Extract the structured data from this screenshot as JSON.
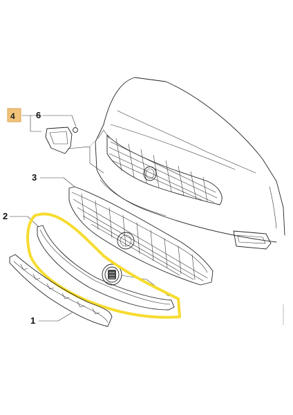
{
  "callouts": [
    {
      "id": "4",
      "text": "4",
      "highlighted": true
    },
    {
      "id": "6",
      "text": "6"
    },
    {
      "id": "3",
      "text": "3"
    },
    {
      "id": "2",
      "text": "2"
    },
    {
      "id": "1",
      "text": "1"
    }
  ],
  "colors": {
    "highlight": "#f6dc30",
    "badge_fill": "#f2c27a",
    "badge_stroke": "#d9a24e",
    "line": "#222222"
  },
  "icons": [
    "fiat-emblem-icon"
  ]
}
